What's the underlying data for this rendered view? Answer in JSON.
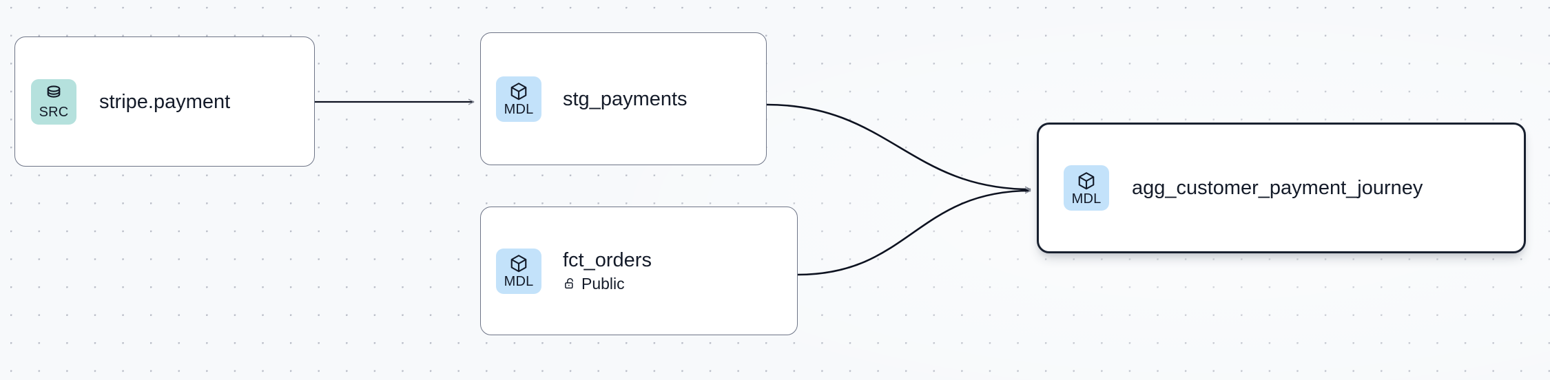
{
  "canvas": {
    "background_color": "#f7f9fb",
    "dot_color": "#b9bdc7",
    "edge_color": "#0d1220",
    "selected_border_color": "#18202f",
    "node_border_color": "#6d7486"
  },
  "nodes": [
    {
      "id": "stripe-payment",
      "title": "stripe.payment",
      "badge_label": "SRC",
      "badge_icon": "database-icon",
      "badge_color": "#b5e1dd",
      "selected": false,
      "subtitle": null
    },
    {
      "id": "stg-payments",
      "title": "stg_payments",
      "badge_label": "MDL",
      "badge_icon": "cube-icon",
      "badge_color": "#c3e2fa",
      "selected": false,
      "subtitle": null
    },
    {
      "id": "fct-orders",
      "title": "fct_orders",
      "badge_label": "MDL",
      "badge_icon": "cube-icon",
      "badge_color": "#c3e2fa",
      "selected": false,
      "subtitle": "Public",
      "subtitle_icon": "unlock-icon"
    },
    {
      "id": "agg-customer-payment-journey",
      "title": "agg_customer_payment_journey",
      "badge_label": "MDL",
      "badge_icon": "cube-icon",
      "badge_color": "#c3e2fa",
      "selected": true,
      "subtitle": null
    }
  ],
  "edges": [
    {
      "id": "edge-stripe-to-stg",
      "from": "stripe-payment",
      "to": "stg-payments",
      "style": "straight"
    },
    {
      "id": "edge-stg-to-agg",
      "from": "stg-payments",
      "to": "agg-customer-payment-journey",
      "style": "bezier"
    },
    {
      "id": "edge-fct-to-agg",
      "from": "fct-orders",
      "to": "agg-customer-payment-journey",
      "style": "bezier"
    }
  ]
}
